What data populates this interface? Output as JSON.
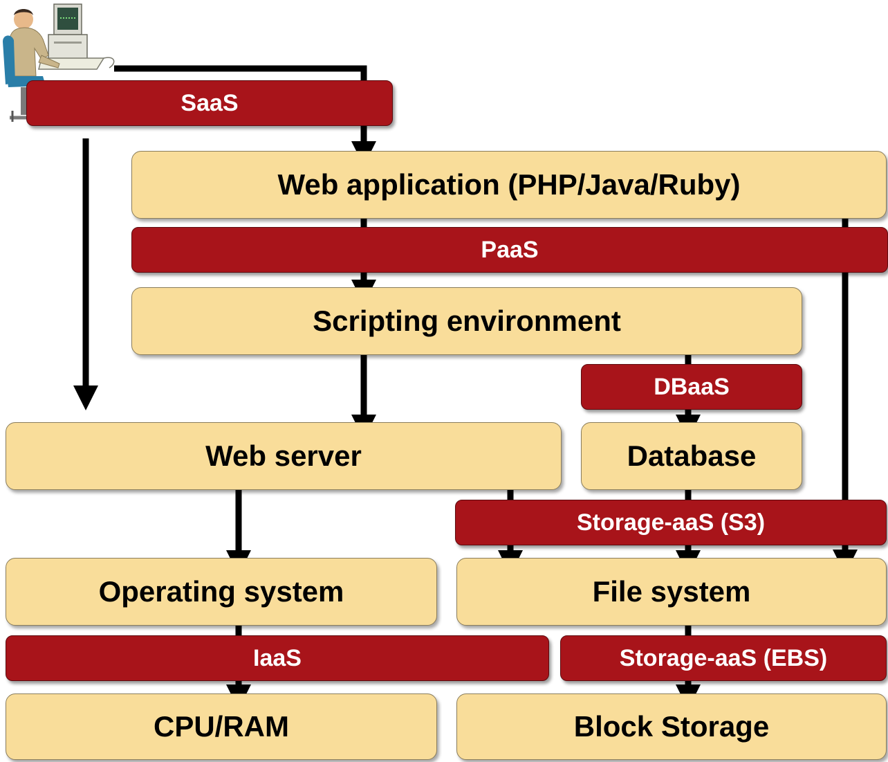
{
  "diagram": {
    "layers": {
      "web_application": "Web application (PHP/Java/Ruby)",
      "scripting_environment": "Scripting environment",
      "web_server": "Web server",
      "database": "Database",
      "operating_system": "Operating system",
      "file_system": "File system",
      "cpu_ram": "CPU/RAM",
      "block_storage": "Block Storage"
    },
    "services": {
      "saas": "SaaS",
      "paas": "PaaS",
      "dbaas": "DBaaS",
      "storage_s3": "Storage-aaS (S3)",
      "iaas": "IaaS",
      "storage_ebs": "Storage-aaS (EBS)"
    }
  },
  "colors": {
    "layer_fill": "#f9dd9a",
    "service_fill": "#a8141a",
    "service_text": "#ffffff",
    "arrow": "#000000"
  },
  "icons": {
    "user": "user-at-computer-icon"
  }
}
